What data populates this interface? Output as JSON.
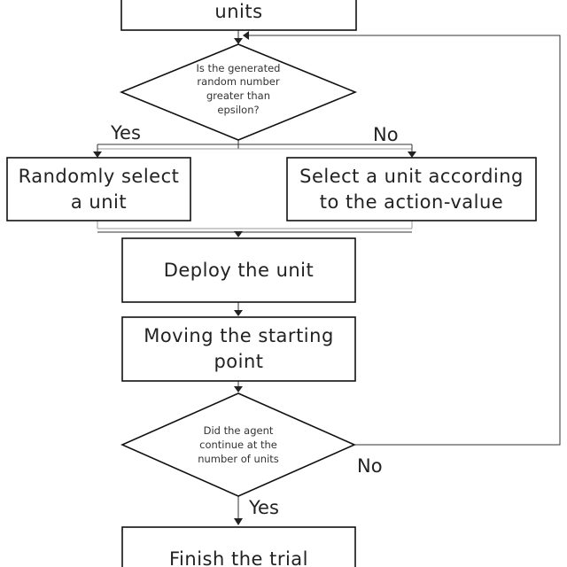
{
  "diagram": {
    "nodes": {
      "top_box": {
        "lines": [
          "units"
        ]
      },
      "decision_epsilon": {
        "lines": [
          "Is the generated",
          "random number",
          "greater than",
          "epsilon?"
        ]
      },
      "random_select": {
        "lines": [
          "Randomly select",
          "a unit"
        ]
      },
      "action_value_select": {
        "lines": [
          "Select a unit according",
          "to the action-value"
        ]
      },
      "deploy": {
        "lines": [
          "Deploy the unit"
        ]
      },
      "move_start": {
        "lines": [
          "Moving the starting",
          "point"
        ]
      },
      "decision_continue": {
        "lines": [
          "Did the agent",
          "continue at the",
          "number of units"
        ]
      },
      "finish": {
        "lines": [
          "Finish the trial"
        ]
      }
    },
    "edge_labels": {
      "epsilon_yes": "Yes",
      "epsilon_no": "No",
      "continue_no": "No",
      "continue_yes": "Yes"
    },
    "colors": {
      "stroke": "#111111",
      "connector": "#333333",
      "text": "#222222",
      "background": "#ffffff"
    }
  }
}
